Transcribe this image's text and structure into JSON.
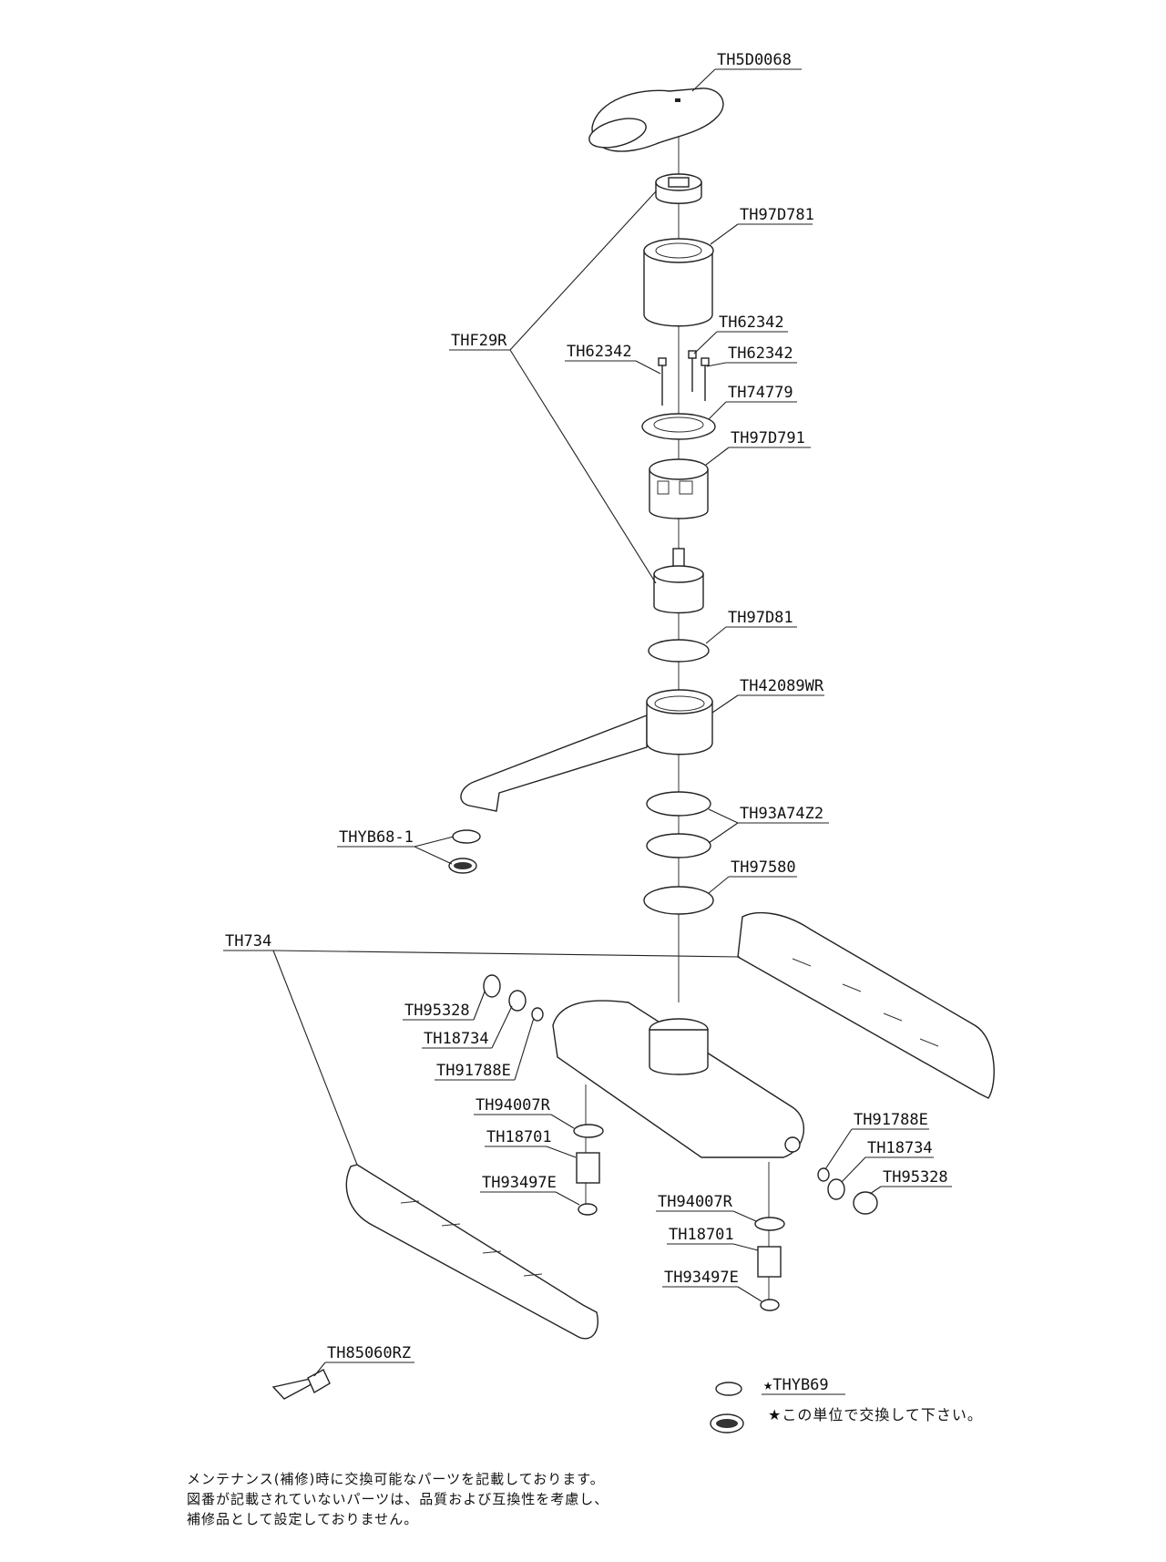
{
  "labels": {
    "th5d0068": "TH5D0068",
    "th97d781": "TH97D781",
    "thf29r": "THF29R",
    "th62342_a": "TH62342",
    "th62342_b": "TH62342",
    "th62342_c": "TH62342",
    "th74779": "TH74779",
    "th97d791": "TH97D791",
    "th97d81": "TH97D81",
    "th42089wr": "TH42089WR",
    "th93a74z2": "TH93A74Z2",
    "thyb68_1": "THYB68-1",
    "th97580": "TH97580",
    "th734": "TH734",
    "th95328_l": "TH95328",
    "th18734_l": "TH18734",
    "th91788e_l": "TH91788E",
    "th94007r_l": "TH94007R",
    "th18701_l": "TH18701",
    "th93497e_l": "TH93497E",
    "th91788e_r": "TH91788E",
    "th18734_r": "TH18734",
    "th95328_r": "TH95328",
    "th94007r_r": "TH94007R",
    "th18701_r": "TH18701",
    "th93497e_r": "TH93497E",
    "th85060rz": "TH85060RZ",
    "thyb69": "★THYB69"
  },
  "legend_note": "★この単位で交換して下さい。",
  "footer_notes": [
    "メンテナンス(補修)時に交換可能なパーツを記載しております。",
    "図番が記載されていないパーツは、品質および互換性を考慮し、",
    "補修品として設定しておりません。"
  ]
}
